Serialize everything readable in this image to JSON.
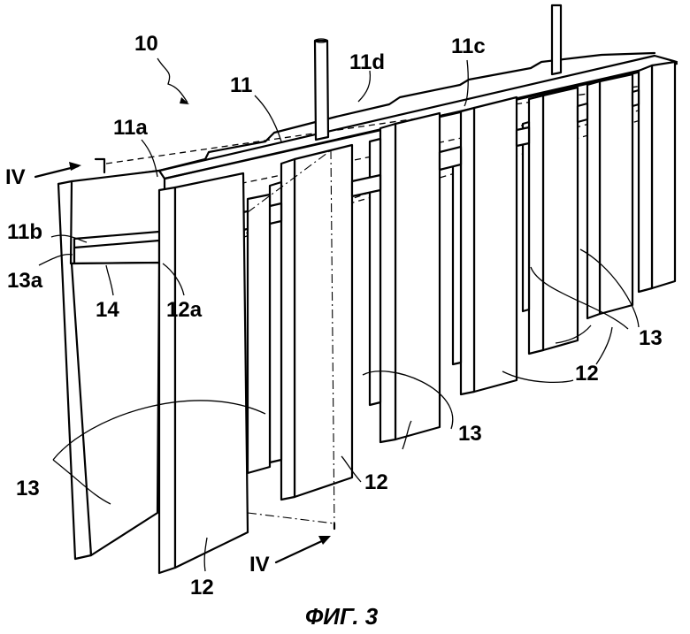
{
  "figure": {
    "caption": "ФИГ. 3",
    "labels": {
      "l10": "10",
      "l11": "11",
      "l11a": "11a",
      "l11b": "11b",
      "l11c": "11c",
      "l11d": "11d",
      "l12a": "12a",
      "l13a": "13a",
      "l14": "14",
      "lIV_top": "IV",
      "lIV_bottom": "IV",
      "l12_1": "12",
      "l12_2": "12",
      "l12_3": "12",
      "l12_4": "12",
      "l13_1": "13",
      "l13_2": "13",
      "l13_3": "13"
    }
  }
}
